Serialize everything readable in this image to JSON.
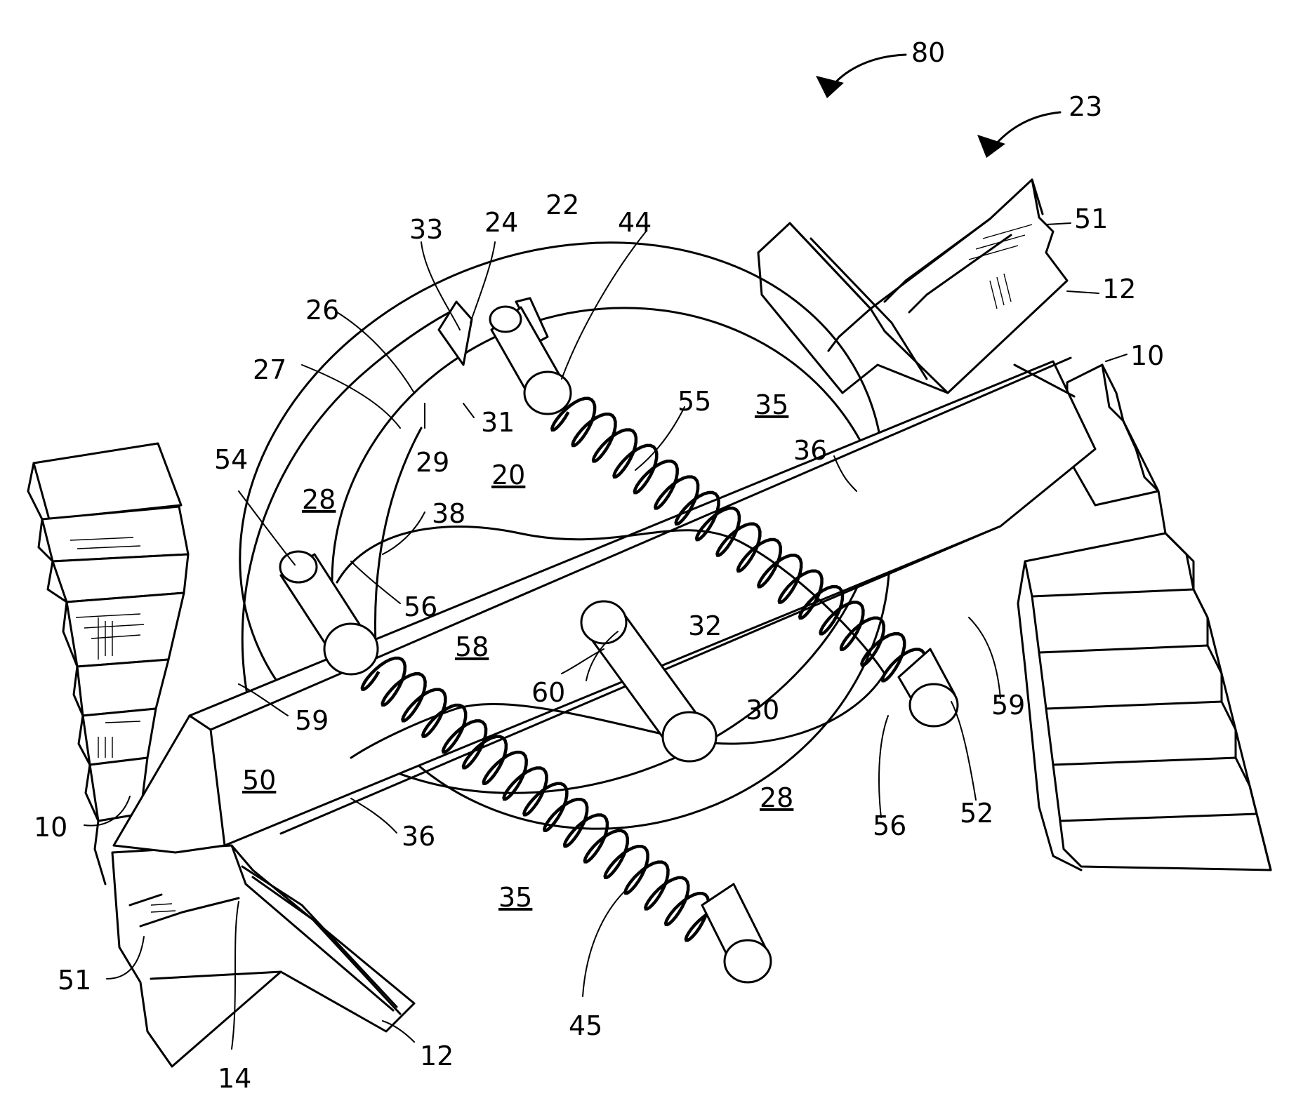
{
  "figure": {
    "references": {
      "r80": "80",
      "r23": "23",
      "r22": "22",
      "r24": "24",
      "r33": "33",
      "r44": "44",
      "r51a": "51",
      "r12a": "12",
      "r10a": "10",
      "r26": "26",
      "r27": "27",
      "r29": "29",
      "r31": "31",
      "r55": "55",
      "r35a": "35",
      "r36a": "36",
      "r20": "20",
      "r54": "54",
      "r28a": "28",
      "r38": "38",
      "r56a": "56",
      "r58": "58",
      "r32": "32",
      "r60": "60",
      "r30": "30",
      "r59a": "59",
      "r59b": "59",
      "r50": "50",
      "r10b": "10",
      "r36b": "36",
      "r28b": "28",
      "r56b": "56",
      "r52": "52",
      "r35b": "35",
      "r51b": "51",
      "r14": "14",
      "r45": "45",
      "r12b": "12"
    }
  }
}
